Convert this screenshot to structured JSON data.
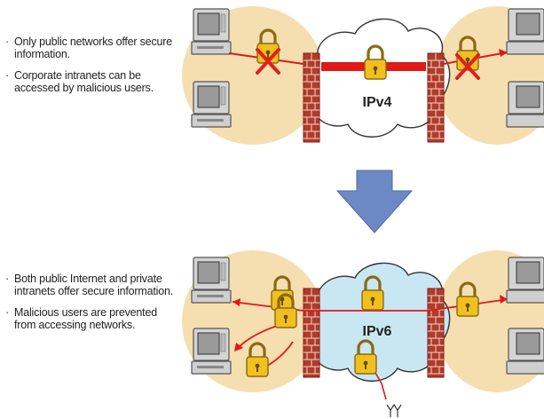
{
  "top_section": {
    "bullets": [
      "Only public networks offer secure information.",
      "Corporate intranets can be accessed by malicious users."
    ],
    "cloud_label": "IPv4"
  },
  "bottom_section": {
    "bullets": [
      "Both public Internet and private intranets offer secure information.",
      "Malicious users are prevented from accessing networks."
    ],
    "cloud_label": "IPv6"
  },
  "colors": {
    "zone": "#f5deb0",
    "cloud_ipv4": "#ffffff",
    "cloud_ipv6": "#c9e6f3",
    "secure_link": "#e01818",
    "lock": "#f0c020",
    "arrow": "#6d89c4",
    "firewall": "#b23a2a",
    "cross": "#e02020"
  }
}
